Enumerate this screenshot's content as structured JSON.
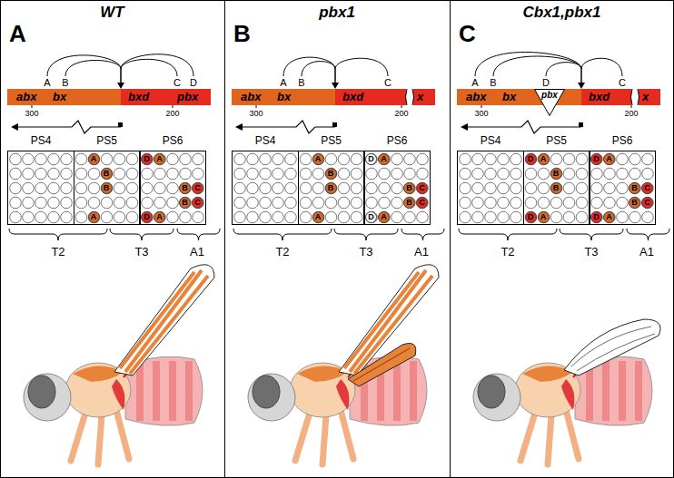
{
  "diagram": {
    "nodes": [
      {
        "text": [
          "A",
          "WT"
        ]
      },
      {
        "text": [
          "abx",
          "bx"
        ],
        "in": 0
      },
      {
        "text": [
          "bxd",
          "pbx"
        ],
        "in": 0
      },
      {
        "text": [
          "PS4"
        ],
        "in": 0
      },
      {
        "text": [
          "PS5"
        ],
        "in": 0
      },
      {
        "text": [
          "PS6"
        ],
        "in": 0
      },
      {
        "text": [
          "A"
        ],
        "in": 4
      },
      {
        "text": [
          "B"
        ],
        "in": 4
      },
      {
        "text": [
          "B"
        ],
        "in": 4
      },
      {
        "text": [
          "A"
        ],
        "in": 4
      },
      {
        "text": [
          "D"
        ],
        "in": 5
      },
      {
        "text": [
          "A"
        ],
        "in": 5
      },
      {
        "text": [
          "B"
        ],
        "in": 5
      },
      {
        "text": [
          "C"
        ],
        "in": 5
      },
      {
        "text": [
          "B"
        ],
        "in": 5
      },
      {
        "text": [
          "C"
        ],
        "in": 5
      },
      {
        "text": [
          "D"
        ],
        "in": 5
      },
      {
        "text": [
          "A"
        ],
        "in": 5
      },
      {
        "text": [
          "B",
          "pbx1"
        ]
      },
      {
        "text": [
          "abx",
          "bx"
        ],
        "in": 18
      },
      {
        "text": [
          "bxd",
          "x"
        ],
        "in": 18
      },
      {
        "text": [
          "PS4"
        ],
        "in": 18
      },
      {
        "text": [
          "PS5"
        ],
        "in": 18
      },
      {
        "text": [
          "PS6"
        ],
        "in": 18
      },
      {
        "text": [
          "A"
        ],
        "in": 22
      },
      {
        "text": [
          "B"
        ],
        "in": 22
      },
      {
        "text": [
          "B"
        ],
        "in": 22
      },
      {
        "text": [
          "A"
        ],
        "in": 22
      },
      {
        "text": [
          "D"
        ],
        "in": 23
      },
      {
        "text": [
          "A"
        ],
        "in": 23
      },
      {
        "text": [
          "B"
        ],
        "in": 23
      },
      {
        "text": [
          "C"
        ],
        "in": 23
      },
      {
        "text": [
          "B"
        ],
        "in": 23
      },
      {
        "text": [
          "C"
        ],
        "in": 23
      },
      {
        "text": [
          "D"
        ],
        "in": 23
      },
      {
        "text": [
          "A"
        ],
        "in": 23
      },
      {
        "text": [
          "C",
          "Cbx1,pbx1"
        ]
      },
      {
        "text": [
          "abx",
          "bx"
        ],
        "in": 36
      },
      {
        "text": [
          "pbx"
        ],
        "in": 36
      },
      {
        "text": [
          "bxd",
          "x"
        ],
        "in": 36
      },
      {
        "text": [
          "PS4"
        ],
        "in": 36
      },
      {
        "text": [
          "PS5"
        ],
        "in": 36
      },
      {
        "text": [
          "PS6"
        ],
        "in": 36
      },
      {
        "text": [
          "D"
        ],
        "in": 41
      },
      {
        "text": [
          "A"
        ],
        "in": 41
      },
      {
        "text": [
          "B"
        ],
        "in": 41
      },
      {
        "text": [
          "B"
        ],
        "in": 41
      },
      {
        "text": [
          "D"
        ],
        "in": 41
      },
      {
        "text": [
          "A"
        ],
        "in": 41
      },
      {
        "text": [
          "D"
        ],
        "in": 42
      },
      {
        "text": [
          "A"
        ],
        "in": 42
      },
      {
        "text": [
          "B"
        ],
        "in": 42
      },
      {
        "text": [
          "C"
        ],
        "in": 42
      },
      {
        "text": [
          "B"
        ],
        "in": 42
      },
      {
        "text": [
          "C"
        ],
        "in": 42
      },
      {
        "text": [
          "D"
        ],
        "in": 42
      },
      {
        "text": [
          "A"
        ],
        "in": 42
      }
    ],
    "labels": [
      "A",
      "B",
      "C",
      "D",
      "300",
      "200",
      "T2",
      "T3",
      "A1",
      "A",
      "B",
      "C",
      "300",
      "200",
      "T2",
      "T3",
      "A1",
      "A",
      "B",
      "D",
      "C",
      "300",
      "200",
      "T2",
      "T3",
      "A1"
    ]
  }
}
